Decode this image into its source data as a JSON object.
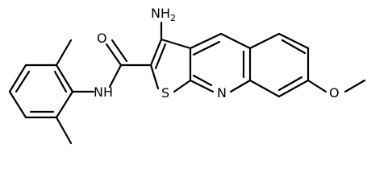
{
  "molecule": {
    "atoms": {
      "amine_n": "N",
      "amine_h": "H",
      "amine_sub": "2",
      "carbonyl_o": "O",
      "amide_nh": "NH",
      "thiophene_s": "S",
      "ring_n": "N",
      "ether_o": "O"
    }
  },
  "colors": {
    "bond": "#000000",
    "background": "#ffffff"
  }
}
